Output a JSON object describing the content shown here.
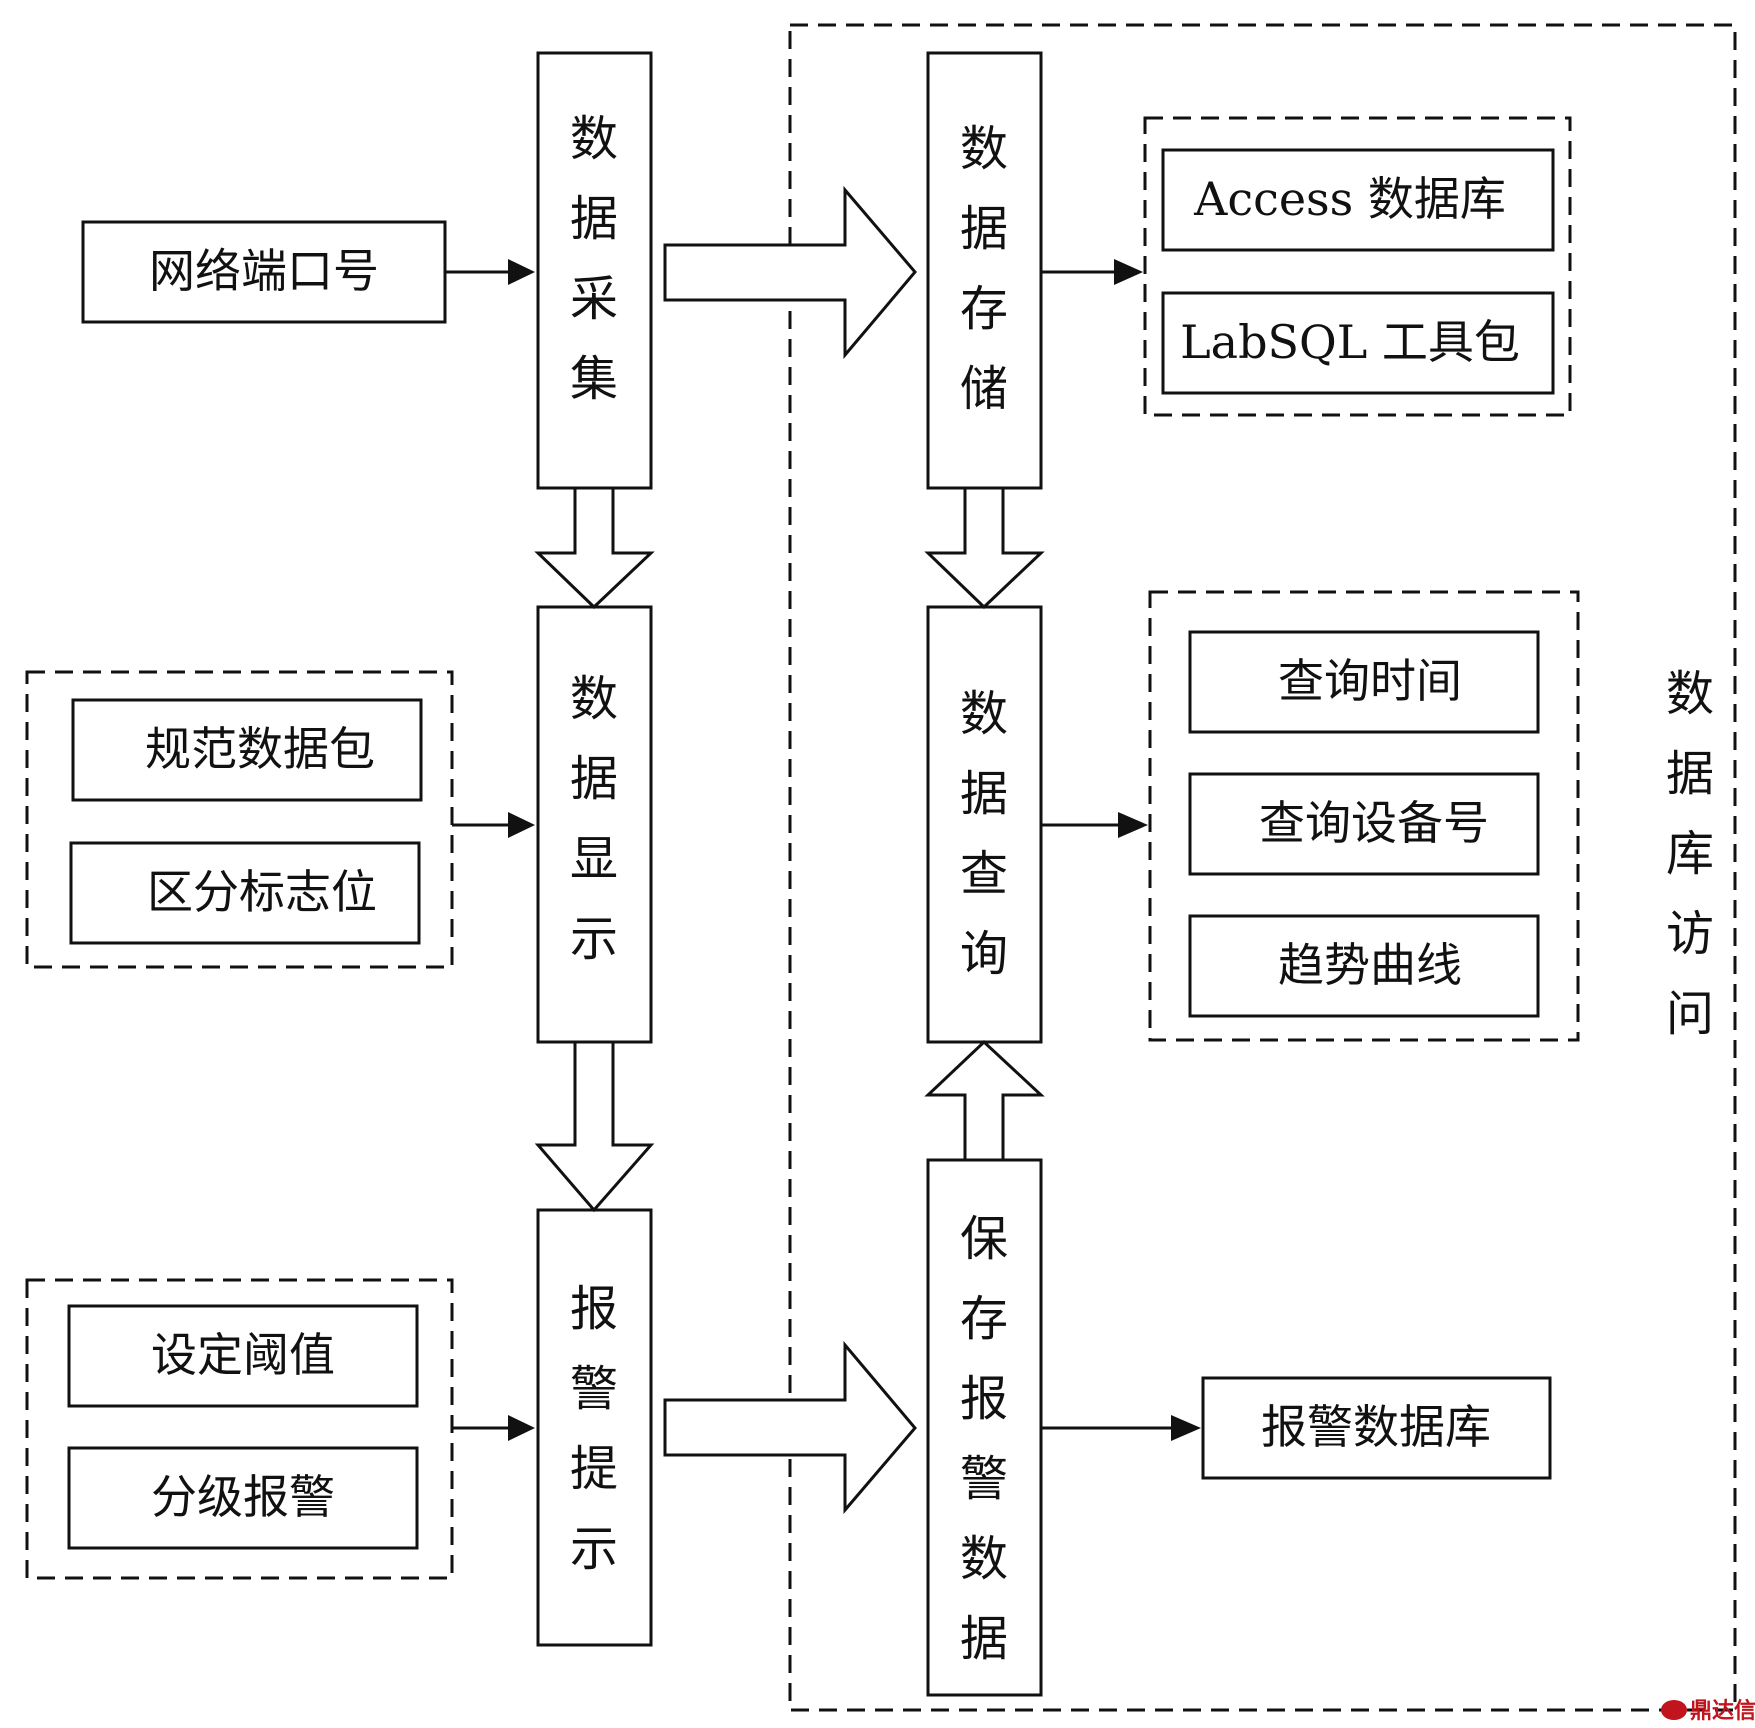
{
  "diagram": {
    "nodes": {
      "port": "网络端口号",
      "collect": "数据采集",
      "display": "数据显示",
      "alarm": "报警提示",
      "store": "数据存储",
      "query": "数据查询",
      "save_alarm": "保存报警数据",
      "access": "Access 数据库",
      "labsql": "LabSQL 工具包",
      "spec_packet": "规范数据包",
      "flag": "区分标志位",
      "threshold": "设定阈值",
      "grade_alarm": "分级报警",
      "query_time": "查询时间",
      "query_device": "查询设备号",
      "trend": "趋势曲线",
      "alarm_db": "报警数据库",
      "db_access": "数据库访问"
    },
    "watermark": "鼎达信"
  }
}
